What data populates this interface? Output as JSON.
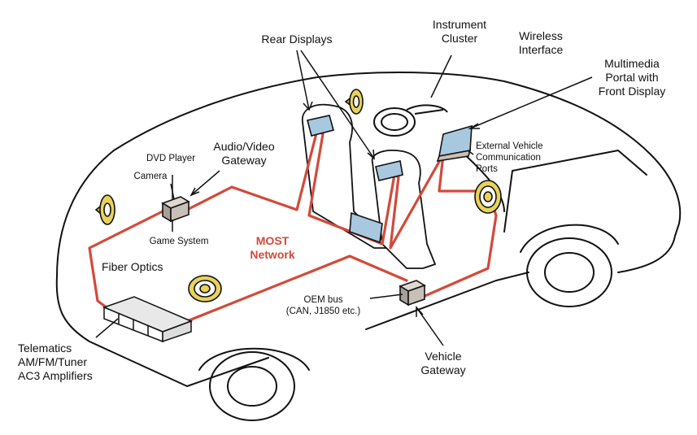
{
  "colors": {
    "network": "#d24a3a",
    "outline": "#111111",
    "speaker": "#e8d25a",
    "module": "#c8c0b8",
    "display": "#a8c8e0"
  },
  "labels": {
    "rear_displays": "Rear Displays",
    "instrument_cluster": [
      "Instrument",
      "Cluster"
    ],
    "wireless_interface": [
      "Wireless",
      "Interface"
    ],
    "multimedia_portal": [
      "Multimedia",
      "Portal with",
      "Front Display"
    ],
    "external_vehicle_ports": [
      "External Vehicle",
      "Communication",
      "Ports"
    ],
    "audio_video_gateway": [
      "Audio/Video",
      "Gateway"
    ],
    "dvd_player": "DVD Player",
    "camera": "Camera",
    "game_system": "Game System",
    "most_network": [
      "MOST",
      "Network"
    ],
    "fiber_optics": "Fiber Optics",
    "oem_bus": [
      "OEM bus",
      "(CAN, J1850 etc.)"
    ],
    "vehicle_gateway": [
      "Vehicle",
      "Gateway"
    ],
    "telematics": [
      "Telematics",
      "AM/FM/Tuner",
      "AC3 Amplifiers"
    ]
  }
}
